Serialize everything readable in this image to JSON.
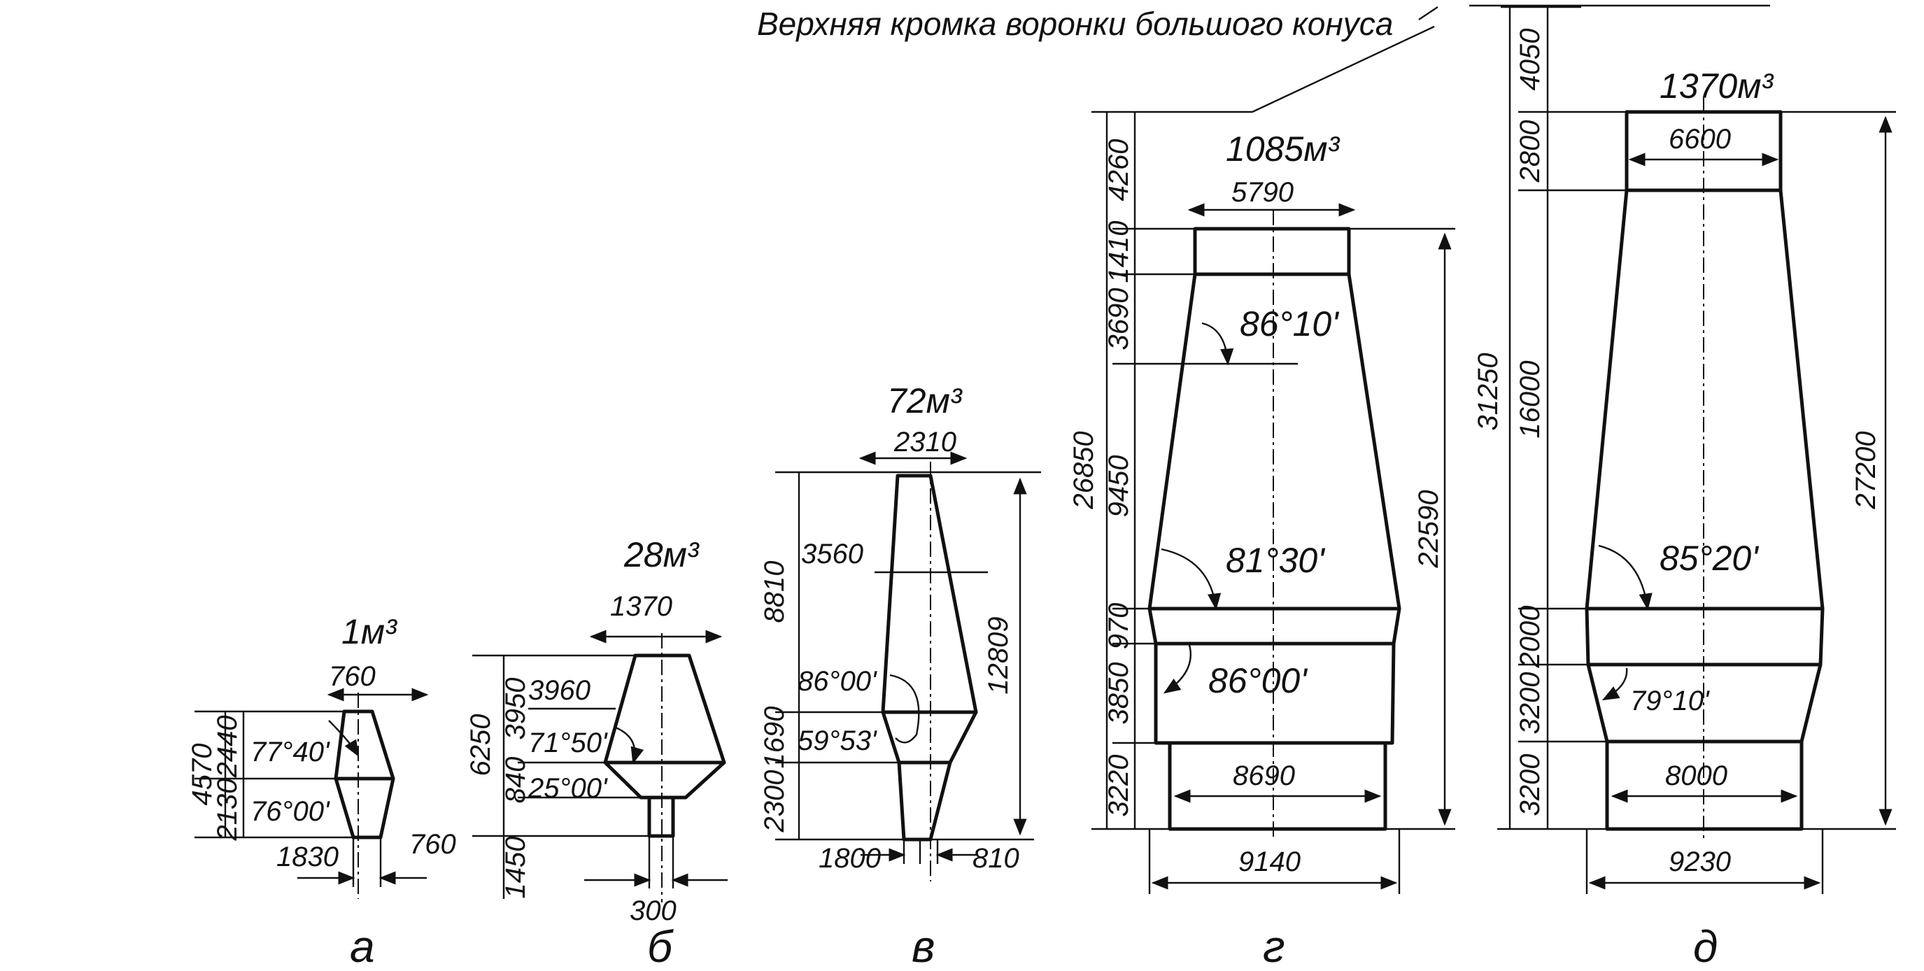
{
  "caption": "Верхняя кромка воронки большого конуса",
  "figures": [
    {
      "label": "а",
      "volume": "1м³",
      "dims": {
        "top_width": "760",
        "bottom_outer": "1830",
        "bottom_inner": "760",
        "total_height": "4570",
        "h_top": "2440",
        "h_bottom": "2130",
        "angle_top": "77°40'",
        "angle_bottom": "76°00'"
      }
    },
    {
      "label": "б",
      "volume": "28м³",
      "dims": {
        "top_width": "1370",
        "bottom_width": "300",
        "total_height": "6250",
        "sum_upper": "3960",
        "h_shaft": "3950",
        "h_bosh": "840",
        "h_hearth": "1450",
        "angle_shaft": "71°50'",
        "angle_bosh": "25°00'"
      }
    },
    {
      "label": "в",
      "volume": "72м³",
      "dims": {
        "top_width": "2310",
        "mid_width": "3560",
        "bottom_left": "1800",
        "bottom_right": "810",
        "h_shaft": "8810",
        "h_bosh": "1690",
        "h_hearth": "2300",
        "total_height": "12809",
        "angle_shaft": "86°00'",
        "angle_bosh": "59°53'"
      }
    },
    {
      "label": "г",
      "volume": "1085м³",
      "dims": {
        "throat_width": "5790",
        "hearth_width": "8690",
        "outer_width": "9140",
        "h1": "4260",
        "h2": "1410",
        "h3": "3690",
        "h4": "9450",
        "h5": "970",
        "h6": "3850",
        "h7": "3220",
        "total_height": "26850",
        "useful_height": "22590",
        "angle_throat": "86°10'",
        "angle_shaft": "81°30'",
        "angle_bosh": "86°00'"
      }
    },
    {
      "label": "д",
      "volume": "1370м³",
      "dims": {
        "throat_width": "6600",
        "hearth_width": "8000",
        "outer_width": "9230",
        "h1": "4050",
        "h2": "2800",
        "h3": "16000",
        "h4": "2000",
        "h5": "3200",
        "h6": "3200",
        "total_height": "31250",
        "useful_height": "27200",
        "angle_shaft": "85°20'",
        "angle_bosh": "79°10'"
      }
    }
  ]
}
